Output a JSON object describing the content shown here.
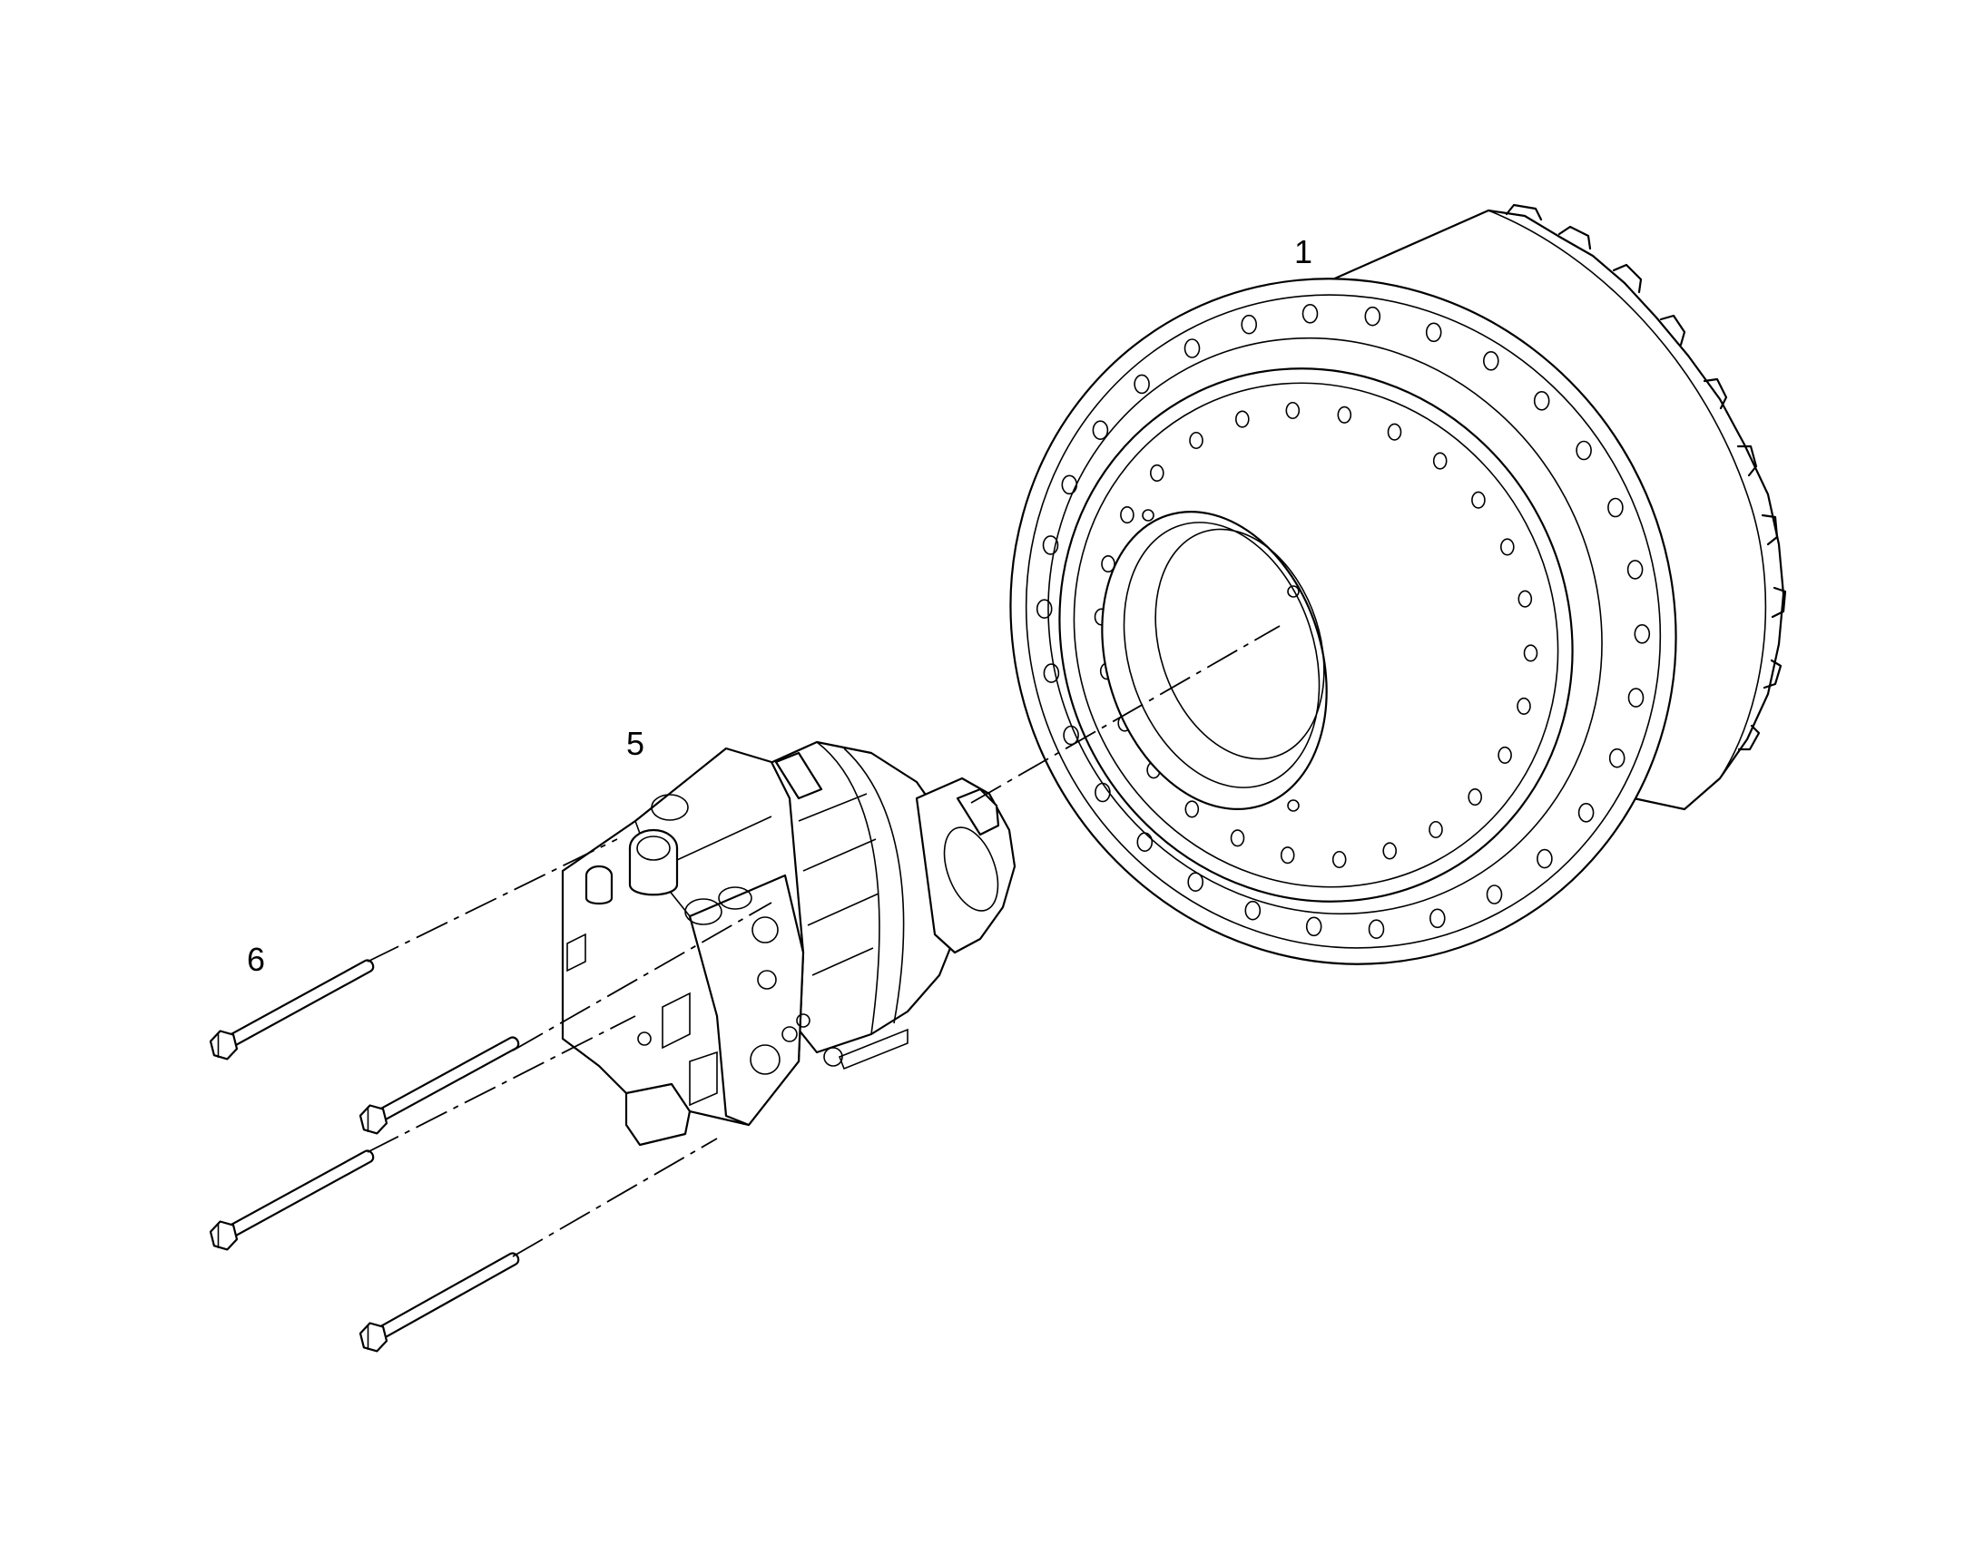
{
  "callouts": {
    "housing": "1",
    "motor": "5",
    "bolt": "6"
  },
  "parts": [
    {
      "name": "final-drive-housing",
      "callout": "1"
    },
    {
      "name": "hydraulic-motor",
      "callout": "5"
    },
    {
      "name": "bolt",
      "callout": "6",
      "quantity_shown": 4
    }
  ]
}
